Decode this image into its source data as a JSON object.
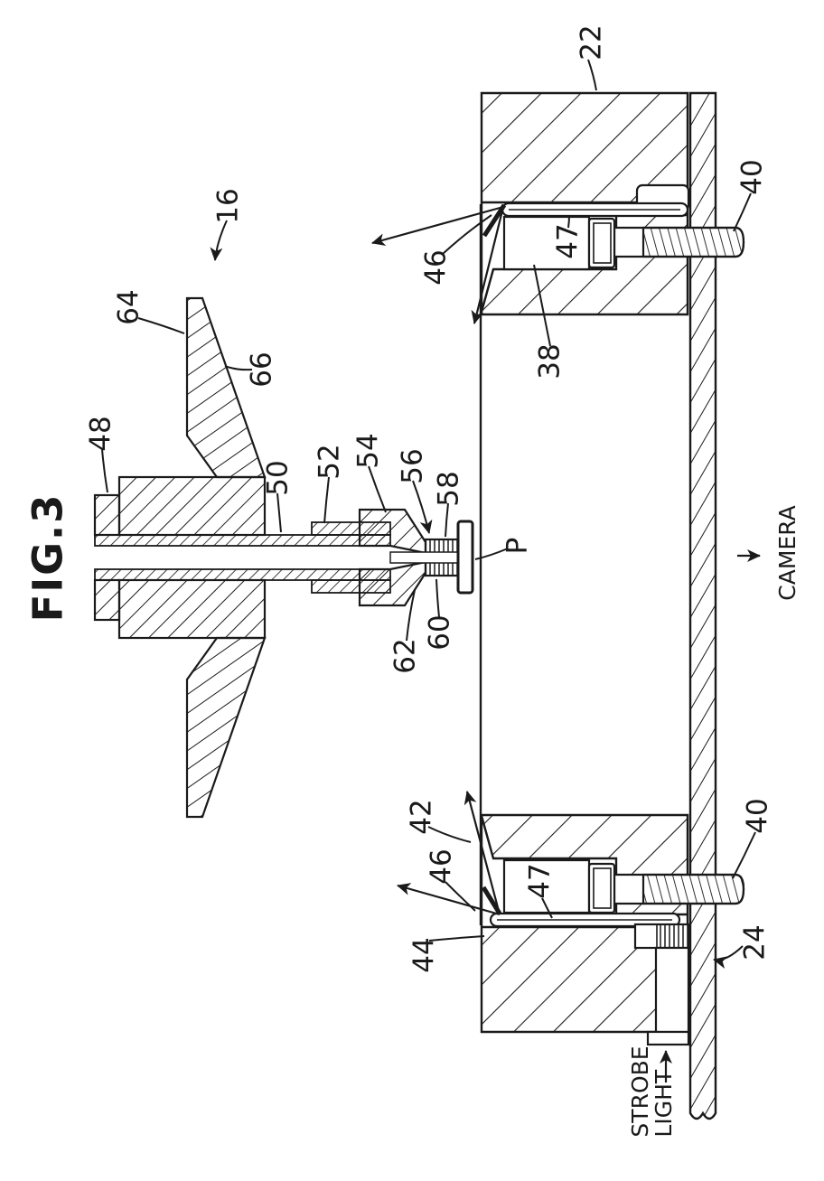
{
  "figure": {
    "label": "FIG.3"
  },
  "annotations": {
    "camera": "CAMERA",
    "strobe_light_line1": "STROBE",
    "strobe_light_line2": "LIGHT",
    "point_label": "P"
  },
  "labels": [
    {
      "id": "16",
      "text": "16"
    },
    {
      "id": "22",
      "text": "22"
    },
    {
      "id": "64",
      "text": "64"
    },
    {
      "id": "66",
      "text": "66"
    },
    {
      "id": "48",
      "text": "48"
    },
    {
      "id": "50",
      "text": "50"
    },
    {
      "id": "52",
      "text": "52"
    },
    {
      "id": "54",
      "text": "54"
    },
    {
      "id": "56",
      "text": "56"
    },
    {
      "id": "58",
      "text": "58"
    },
    {
      "id": "62",
      "text": "62"
    },
    {
      "id": "60",
      "text": "60"
    },
    {
      "id": "46-top",
      "text": "46"
    },
    {
      "id": "38",
      "text": "38"
    },
    {
      "id": "47-top",
      "text": "47"
    },
    {
      "id": "40-top",
      "text": "40"
    },
    {
      "id": "42",
      "text": "42"
    },
    {
      "id": "46-bottom",
      "text": "46"
    },
    {
      "id": "44",
      "text": "44"
    },
    {
      "id": "47-bottom",
      "text": "47"
    },
    {
      "id": "40-bottom",
      "text": "40"
    },
    {
      "id": "24",
      "text": "24"
    }
  ],
  "colors": {
    "line": "#1a1a1a",
    "background": "#ffffff"
  }
}
